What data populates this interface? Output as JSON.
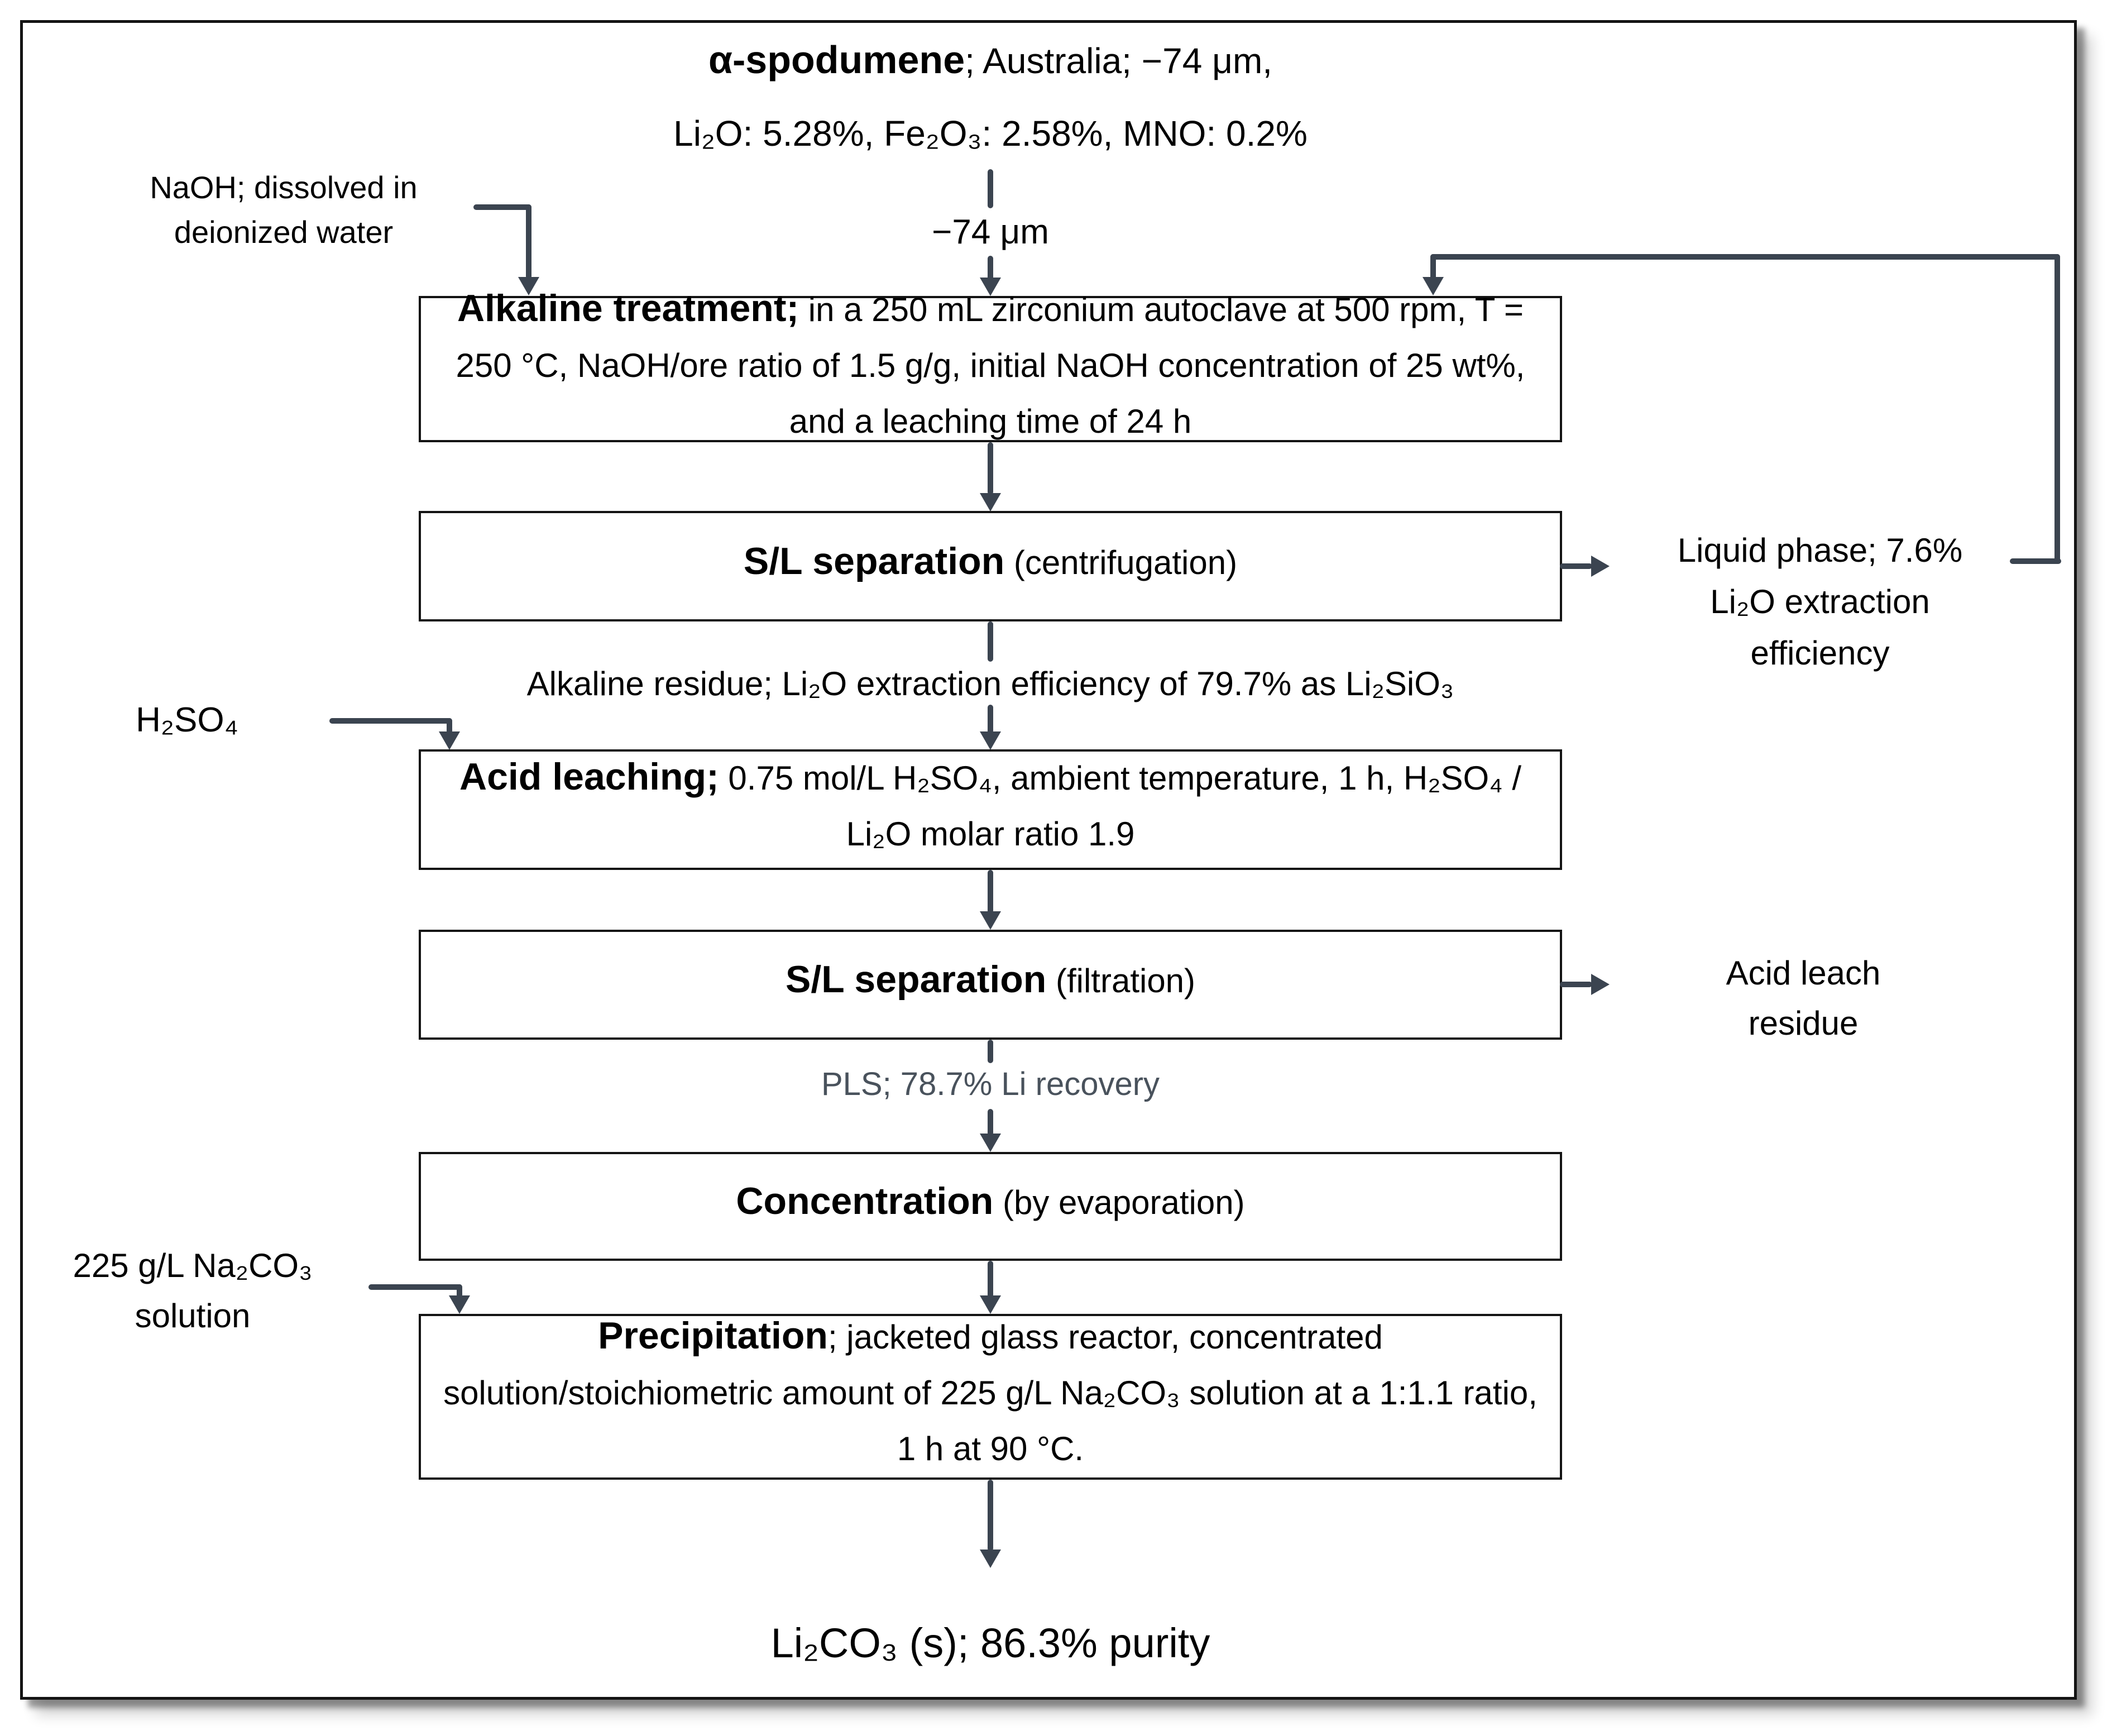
{
  "page": {
    "colors": {
      "bg": "#ffffff",
      "ink": "#141414",
      "arrow": "#3b4450",
      "muted": "#49525c"
    }
  },
  "title": {
    "bold": "α-spodumene",
    "rest": "; Australia; −74 μm,",
    "line2": "Li₂O: 5.28%, Fe₂O₃: 2.58%, MNO: 0.2%"
  },
  "stream_labels": {
    "feed_size": "−74 μm",
    "naoh": "NaOH; dissolved in\ndeionized water",
    "h2so4": "H₂SO₄",
    "na2co3": "225 g/L Na₂CO₃\nsolution",
    "liquid_phase": "Liquid phase; 7.6%\nLi₂O extraction\nefficiency",
    "alkaline_residue": "Alkaline residue; Li₂O extraction efficiency of 79.7% as Li₂SiO₃",
    "pls": "PLS; 78.7% Li recovery",
    "acid_leach_residue": "Acid leach\nresidue",
    "product": "Li₂CO₃ (s); 86.3% purity"
  },
  "boxes": [
    {
      "title": "Alkaline treatment;",
      "detail": " in a 250 mL zirconium autoclave at 500 rpm, T = 250 °C, NaOH/ore ratio of 1.5 g/g, initial NaOH concentration of 25 wt%, and a leaching time of 24 h"
    },
    {
      "title": "S/L separation",
      "detail": " (centrifugation)"
    },
    {
      "title": "Acid leaching;",
      "detail": " 0.75 mol/L H₂SO₄, ambient temperature, 1 h, H₂SO₄ / Li₂O molar ratio 1.9"
    },
    {
      "title": "S/L separation",
      "detail": " (filtration)"
    },
    {
      "title": "Concentration",
      "detail": " (by evaporation)"
    },
    {
      "title": "Precipitation",
      "detail": "; jacketed glass reactor, concentrated solution/stoichiometric amount of 225 g/L Na₂CO₃ solution at a 1:1.1 ratio, 1 h at 90 °C."
    }
  ]
}
